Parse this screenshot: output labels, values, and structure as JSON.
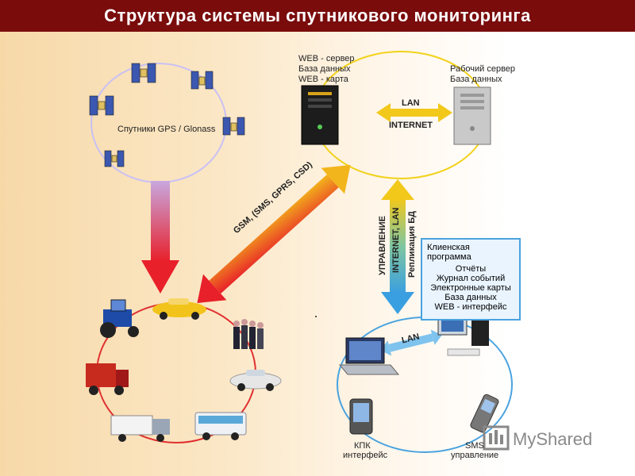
{
  "title": "Структура системы спутникового мониторинга",
  "satellites": {
    "label": "Спутники GPS / Glonass"
  },
  "web_server": {
    "lines": [
      "WEB - сервер",
      "База  данных",
      "WEB - карта"
    ]
  },
  "work_server": {
    "lines": [
      "Рабочий  сервер",
      "База  данных"
    ]
  },
  "links": {
    "lan_top": "LAN",
    "internet_top": "INTERNET",
    "gsm": "GSM, (SMS, GPRS, CSD)",
    "control": "УПРАВЛЕНИЕ",
    "internet_lan": "INTERNET,  LAN",
    "replication": "Репликация БД",
    "lan_bottom": "LAN"
  },
  "client_program": {
    "title": "Клиенская  программа",
    "items": [
      "Отчёты",
      "Журнал событий",
      "Электронные карты",
      "База данных",
      "WEB - интерфейс"
    ]
  },
  "devices": {
    "kpk": [
      "КПК",
      "интерфейс"
    ],
    "sms": [
      "SMS",
      "управление"
    ]
  },
  "watermark": "MyShared",
  "colors": {
    "title_bg": "#7a0c0c",
    "circle_sat": "#c9c0f5",
    "circle_server": "#f2d21b",
    "circle_vehicle": "#e03030",
    "circle_client": "#4aa3df"
  }
}
